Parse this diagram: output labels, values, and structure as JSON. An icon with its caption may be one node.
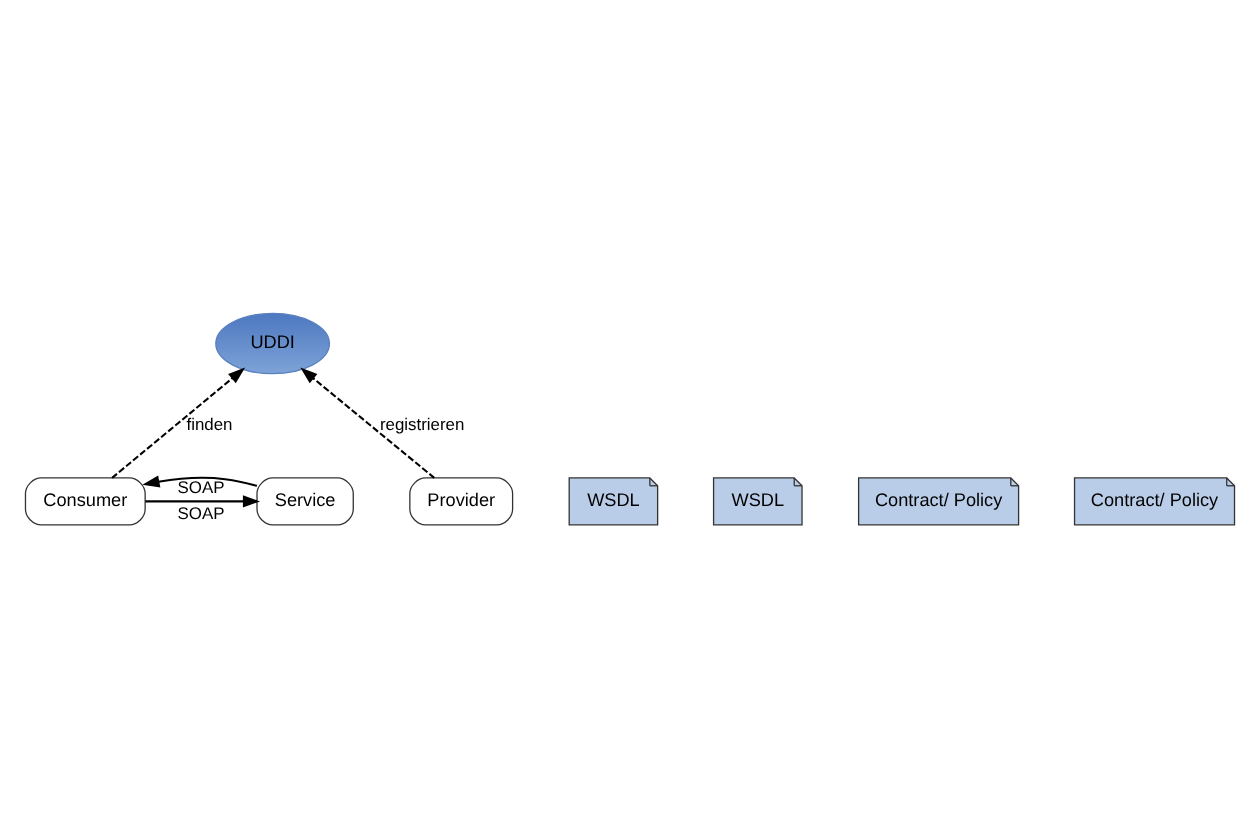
{
  "diagram": {
    "nodes": [
      {
        "text": [
          "UDDI"
        ]
      },
      {
        "text": [
          "WSDL"
        ]
      },
      {
        "text": [
          "WSDL"
        ]
      },
      {
        "text": [
          "Contract/ Policy"
        ]
      },
      {
        "text": [
          "Contract/ Policy"
        ]
      },
      {
        "text": [
          "Consumer"
        ]
      },
      {
        "text": [
          "Provider"
        ]
      },
      {
        "text": [
          "Service"
        ]
      }
    ],
    "edges": [
      {
        "from": 5,
        "to": 0,
        "arrow": "to",
        "style": "dashed",
        "label": "finden"
      },
      {
        "from": 6,
        "to": 0,
        "arrow": "to",
        "style": "dashed",
        "label": "registrieren"
      },
      {
        "from": 5,
        "to": 7,
        "arrow": "to",
        "label": "SOAP"
      },
      {
        "from": 7,
        "to": 5,
        "arrow": "to",
        "label": "SOAP"
      }
    ]
  }
}
